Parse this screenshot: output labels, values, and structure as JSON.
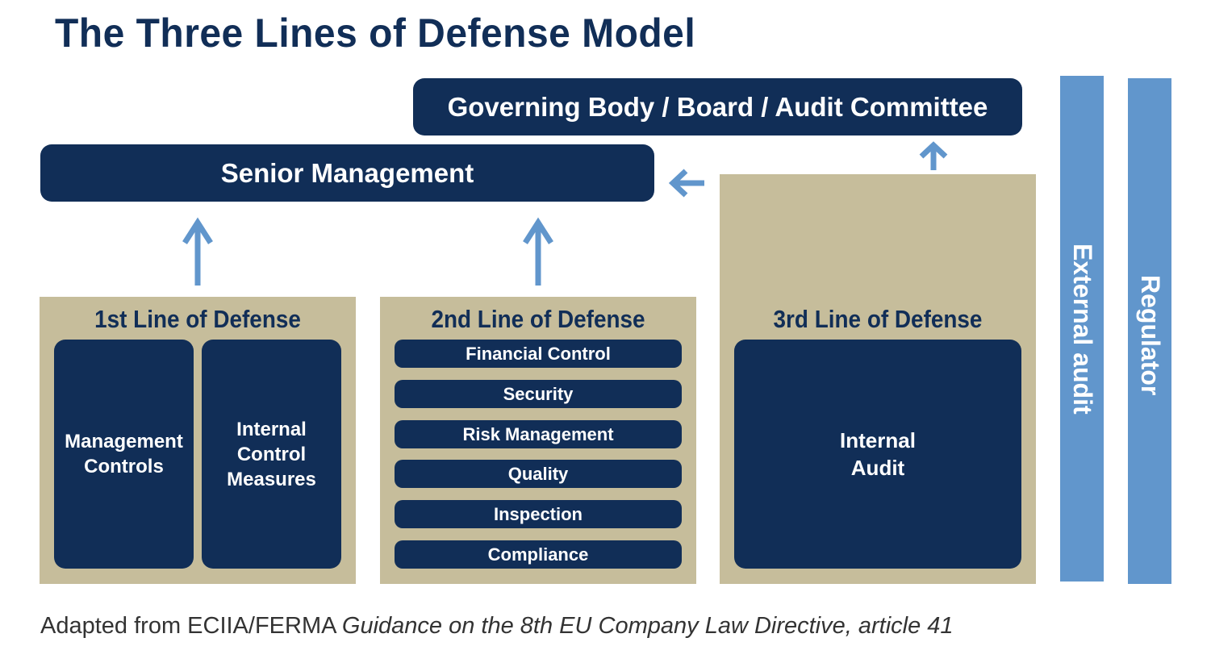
{
  "title": "The Three Lines of Defense Model",
  "governing_body": "Governing Body / Board / Audit Committee",
  "senior_management": "Senior Management",
  "first_line": {
    "title": "1st Line of Defense",
    "boxes": [
      "Management Controls",
      "Internal Control Measures"
    ]
  },
  "second_line": {
    "title": "2nd Line of Defense",
    "items": [
      "Financial Control",
      "Security",
      "Risk Management",
      "Quality",
      "Inspection",
      "Compliance"
    ]
  },
  "third_line": {
    "title": "3rd Line of Defense",
    "box": "Internal Audit"
  },
  "external_audit": "External audit",
  "regulator": "Regulator",
  "caption": {
    "prefix": "Adapted from ECIIA/FERMA ",
    "italic": "Guidance on the 8th EU Company Law Directive, article 41"
  },
  "colors": {
    "navy": "#112e57",
    "tan": "#c6bd9b",
    "blue": "#6196cc"
  }
}
